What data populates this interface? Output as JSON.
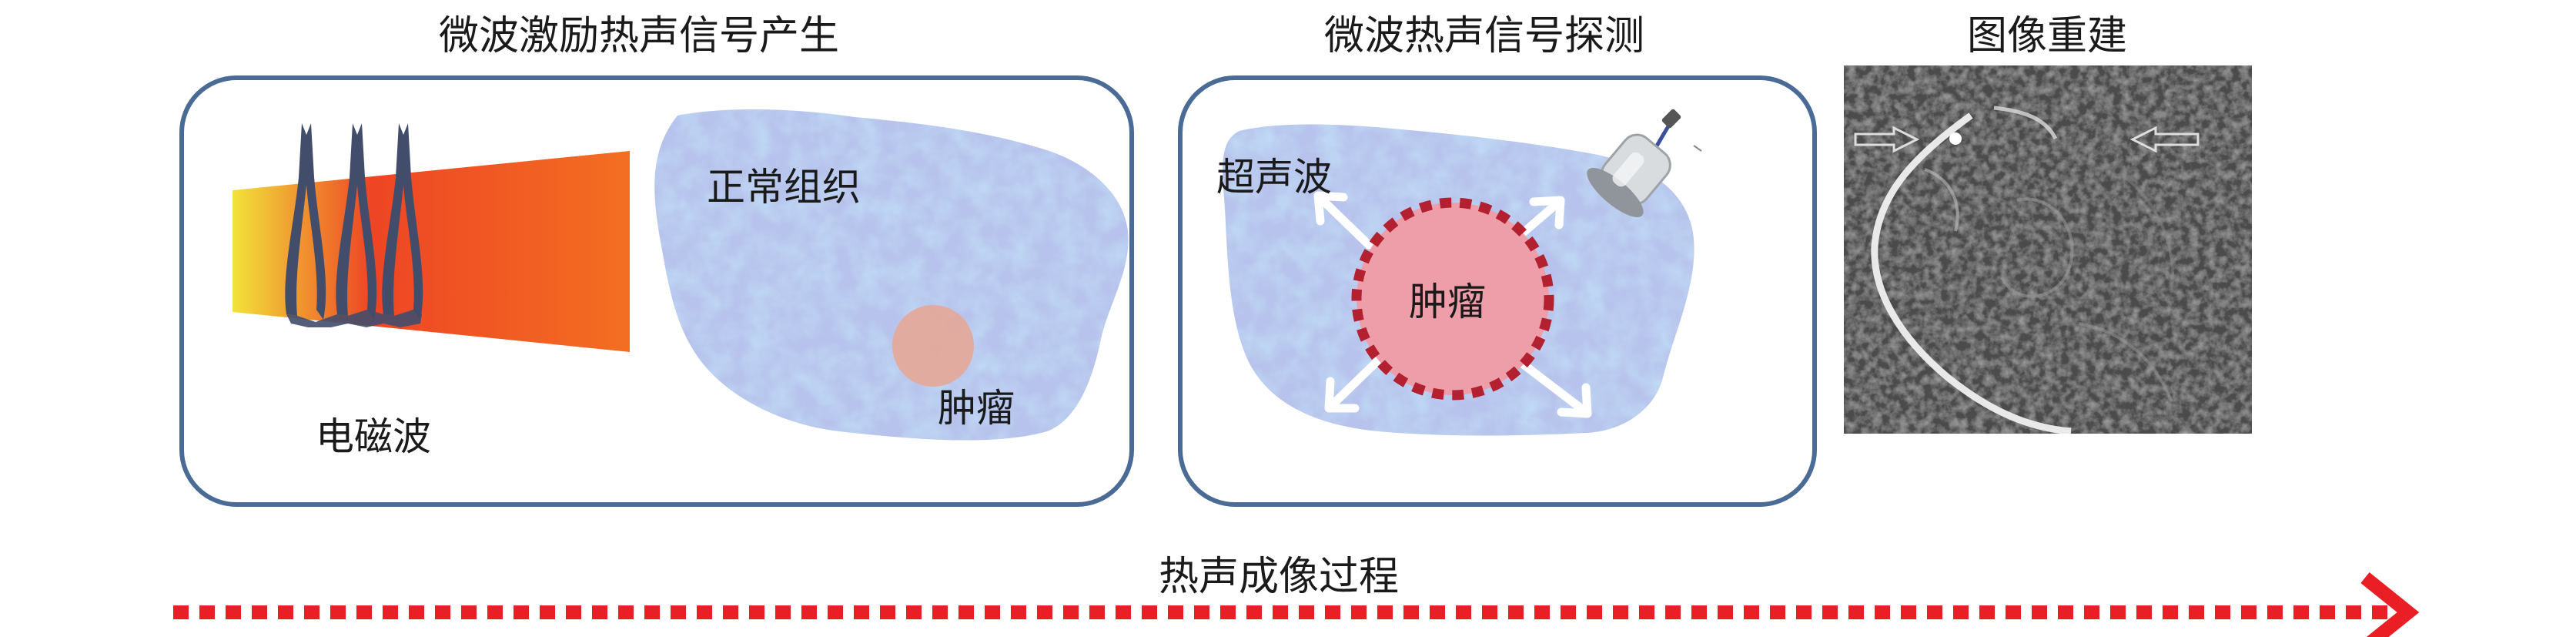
{
  "stages": {
    "generation_title": "微波激励热声信号产生",
    "detection_title": "微波热声信号探测",
    "reconstruction_title": "图像重建"
  },
  "generation": {
    "tissue_label": "正常组织",
    "tumor_label": "肿瘤",
    "wave_label": "电磁波"
  },
  "detection": {
    "ultrasound_label": "超声波",
    "tumor_label": "肿瘤"
  },
  "process_label": "热声成像过程",
  "colors": {
    "panel_border": "#4a6b95",
    "beam_start": "#f2e23a",
    "beam_mid": "#ee4524",
    "beam_end": "#f36f22",
    "pulse": "#414d6b",
    "tissue": "#b7c3ec",
    "tumor_small": "#e4a899",
    "tumor_large": "#ee9ea9",
    "tumor_ring": "#b3202f",
    "process_arrow": "#ea1f26"
  },
  "icons": [
    "microwave-pulse-icon",
    "ultrasound-transducer-icon",
    "ultrasound-wave-arrow-icon",
    "reconstruction-marker-arrow-icon"
  ]
}
